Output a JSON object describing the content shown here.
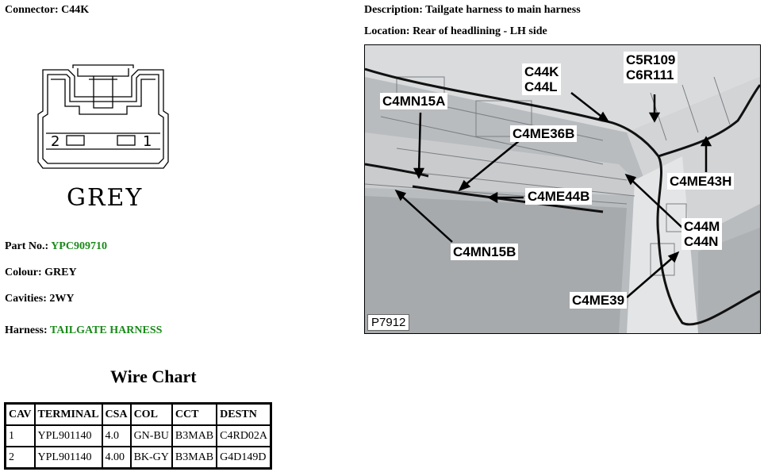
{
  "connector": {
    "label": "Connector:",
    "id": "C44K",
    "pin_left": "2",
    "pin_right": "1",
    "colour_text": "GREY"
  },
  "description": {
    "label": "Description:",
    "value": "Tailgate harness to main harness"
  },
  "location": {
    "label": "Location:",
    "value": "Rear of headlining - LH side"
  },
  "part_no": {
    "label": "Part No.:",
    "value": "YPC909710"
  },
  "colour": {
    "label": "Colour:",
    "value": "GREY"
  },
  "cavities": {
    "label": "Cavities:",
    "value": "2WY"
  },
  "harness": {
    "label": "Harness:",
    "value": "TAILGATE HARNESS"
  },
  "wire_chart": {
    "title": "Wire Chart",
    "headers": [
      "CAV",
      "TERMINAL",
      "CSA",
      "COL",
      "CCT",
      "DESTN"
    ],
    "rows": [
      [
        "1",
        "YPL901140",
        "4.0",
        "GN-BU",
        "B3MAB",
        "C4RD02A"
      ],
      [
        "2",
        "YPL901140",
        "4.00",
        "BK-GY",
        "B3MAB",
        "G4D149D"
      ]
    ]
  },
  "photo": {
    "id": "P7912",
    "callouts": {
      "c44k": "C44K",
      "c44l": "C44L",
      "c5r109": "C5R109",
      "c6r111": "C6R111",
      "c4mn15a": "C4MN15A",
      "c4me36b": "C4ME36B",
      "c4me43h": "C4ME43H",
      "c4me44b": "C4ME44B",
      "c44m": "C44M",
      "c44n": "C44N",
      "c4mn15b": "C4MN15B",
      "c4me39": "C4ME39"
    }
  },
  "colors": {
    "green_value": "#1a8a1a"
  }
}
